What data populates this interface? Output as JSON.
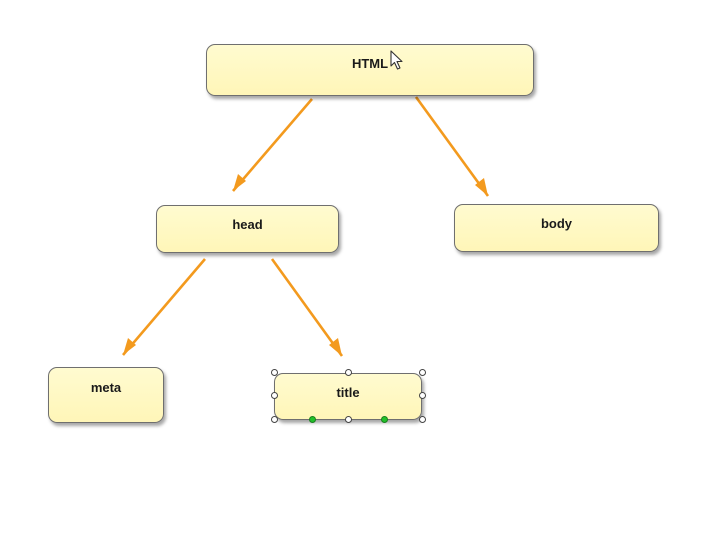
{
  "diagram": {
    "nodes": [
      {
        "id": "html",
        "label": "HTML"
      },
      {
        "id": "head",
        "label": "head"
      },
      {
        "id": "body",
        "label": "body"
      },
      {
        "id": "meta",
        "label": "meta"
      },
      {
        "id": "title",
        "label": "title"
      }
    ],
    "edges": [
      {
        "from": "html",
        "to": "head"
      },
      {
        "from": "html",
        "to": "body"
      },
      {
        "from": "head",
        "to": "meta"
      },
      {
        "from": "head",
        "to": "title"
      }
    ],
    "selected_node": "title",
    "colors": {
      "node_fill": "#fff8c4",
      "node_border": "#6f6f6f",
      "arrow": "#f39a1e",
      "connection_handle": "#22c02a"
    },
    "icons": {
      "pointer": "mouse-pointer-icon"
    }
  }
}
